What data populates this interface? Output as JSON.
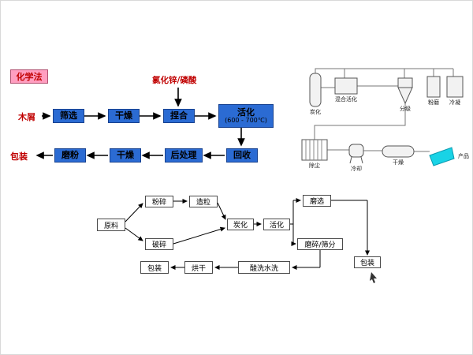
{
  "colors": {
    "box_blue": "#2b6bd3",
    "label_red": "#c00000",
    "method_pink_bg": "#ff9ec0",
    "product_cyan": "#19d3e6"
  },
  "chem_flow": {
    "method": "化学法",
    "reagent": "氯化锌/磷酸",
    "input": "木屑",
    "output": "包装",
    "steps_row1": [
      "筛选",
      "干燥",
      "捏合"
    ],
    "activation_line1": "活化",
    "activation_line2": "(600 - 700℃)",
    "steps_row2": [
      "磨粉",
      "干燥",
      "后处理",
      "回收"
    ]
  },
  "equipment_diagram": {
    "labels": {
      "carbonization": "炭化",
      "mix_activation": "混合活化",
      "classifier": "分级",
      "mill": "粉磨",
      "condenser": "冷凝",
      "dust_removal": "除尘",
      "cooling": "冷却",
      "drying": "干燥",
      "product": "产品"
    }
  },
  "bottom_flow": {
    "raw_material": "原料",
    "crush_top": "粉碎",
    "granulate": "造粒",
    "crush_bottom": "破碎",
    "carbonize": "炭化",
    "activate": "活化",
    "grind_select": "磨选",
    "grind_sieve": "磨碎/筛分",
    "pack_right": "包装",
    "acid_wash": "酸洗水洗",
    "dry": "烘干",
    "pack_left": "包装"
  }
}
